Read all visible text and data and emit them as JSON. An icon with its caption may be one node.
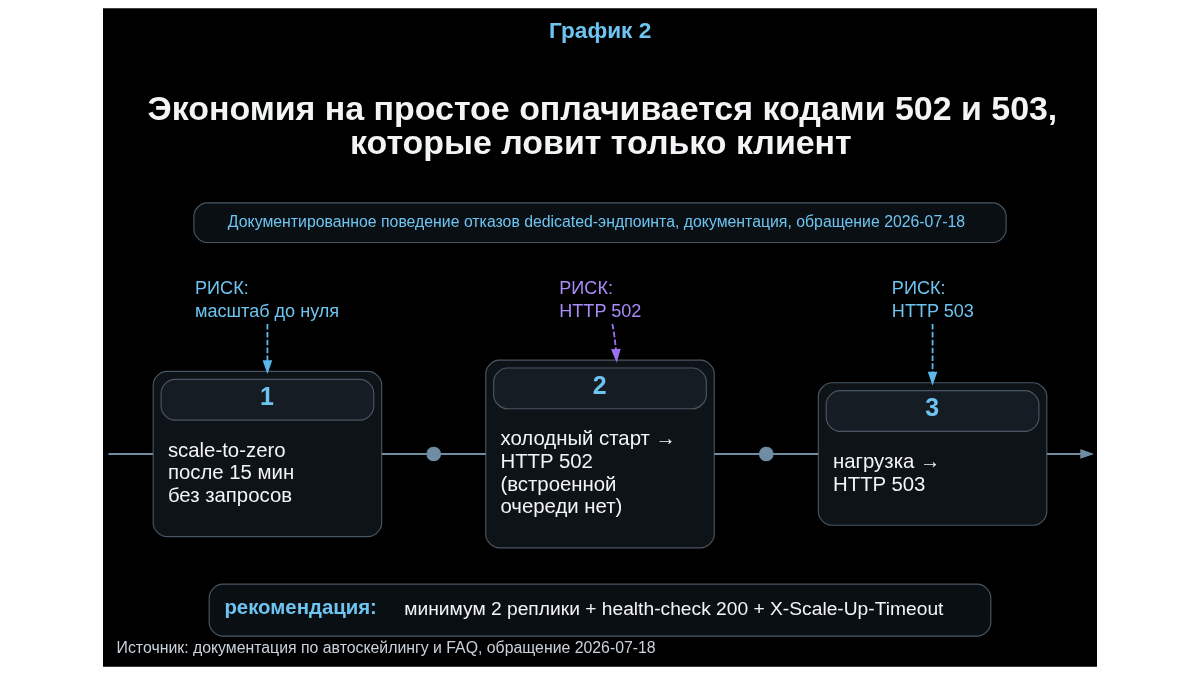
{
  "diagram": {
    "title": "Экономия на простое оплачивается кодами 502 и 503, которые ловит только клиент",
    "caption": "Источник: документация по автоскейлингу и FAQ, обращение 2026-07-18",
    "labels": [
      "График 2"
    ],
    "nodes": [
      {
        "text": [
          "Документированное поведение отказов dedicated-эндпоинта, документация, обращение 2026-07-18"
        ]
      },
      {
        "text": [
          "РИСК:",
          "масштаб до нуля"
        ]
      },
      {
        "text": [
          "РИСК:",
          "HTTP 502"
        ]
      },
      {
        "text": [
          "РИСК:",
          "HTTP 503"
        ]
      },
      {
        "text": [
          "1",
          "scale-to-zero после 15 мин без запросов"
        ]
      },
      {
        "text": [],
        "shape": "circle"
      },
      {
        "text": [
          "2",
          "холодный старт → HTTP 502 (встроенной очереди нет)"
        ]
      },
      {
        "text": [],
        "shape": "circle"
      },
      {
        "text": [
          "3",
          "нагрузка → HTTP 503"
        ]
      },
      {
        "text": [
          "рекомендация:",
          "минимум 2 реплики + health-check 200 + X-Scale-Up-Timeout"
        ]
      }
    ],
    "edges": [
      {
        "from": 1,
        "to": 4,
        "arrow": "to",
        "style": "dashed",
        "color": "#5ab8ea"
      },
      {
        "from": 2,
        "to": 6,
        "arrow": "to",
        "style": "dashed",
        "color": "#9a72f0"
      },
      {
        "from": 3,
        "to": 8,
        "arrow": "to",
        "style": "dashed",
        "color": "#5ab8ea"
      },
      {
        "from": null,
        "to": 4,
        "arrow": "none"
      },
      {
        "from": 4,
        "to": 5,
        "arrow": "none"
      },
      {
        "from": 5,
        "to": 6,
        "arrow": "none"
      },
      {
        "from": 6,
        "to": 7,
        "arrow": "none"
      },
      {
        "from": 7,
        "to": 8,
        "arrow": "none"
      },
      {
        "from": 8,
        "to": null,
        "arrow": "to"
      }
    ]
  }
}
